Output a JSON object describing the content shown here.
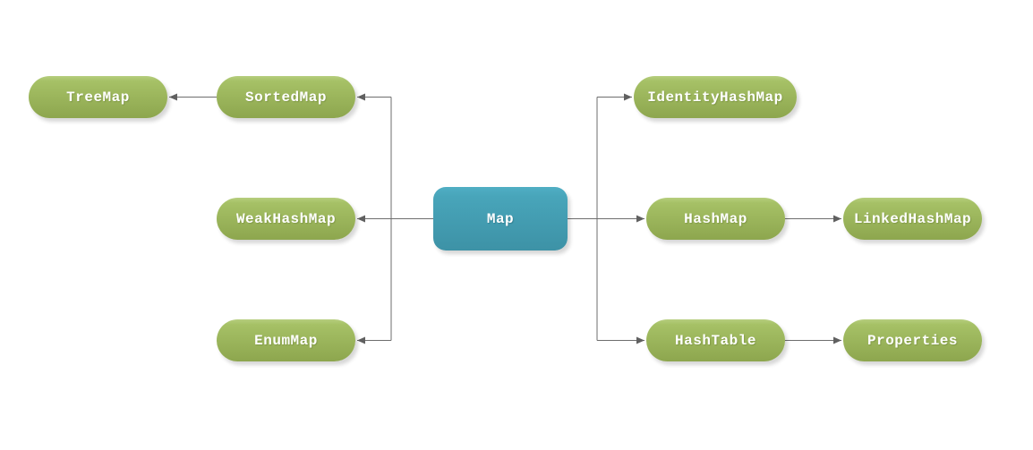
{
  "diagram": {
    "type": "class-hierarchy",
    "background": "#ffffff",
    "nodes": {
      "map": {
        "label": "Map",
        "shape": "rounded-rect",
        "fill": "blue"
      },
      "sortedmap": {
        "label": "SortedMap",
        "shape": "pill",
        "fill": "green"
      },
      "treemap": {
        "label": "TreeMap",
        "shape": "pill",
        "fill": "green"
      },
      "weakhashmap": {
        "label": "WeakHashMap",
        "shape": "pill",
        "fill": "green"
      },
      "enummap": {
        "label": "EnumMap",
        "shape": "pill",
        "fill": "green"
      },
      "identityhashmap": {
        "label": "IdentityHashMap",
        "shape": "pill",
        "fill": "green"
      },
      "hashmap": {
        "label": "HashMap",
        "shape": "pill",
        "fill": "green"
      },
      "linkedhashmap": {
        "label": "LinkedHashMap",
        "shape": "pill",
        "fill": "green"
      },
      "hashtable": {
        "label": "HashTable",
        "shape": "pill",
        "fill": "green"
      },
      "properties": {
        "label": "Properties",
        "shape": "pill",
        "fill": "green"
      }
    },
    "edges": [
      {
        "from": "Map",
        "to": "SortedMap",
        "style": "elbow-arrow"
      },
      {
        "from": "SortedMap",
        "to": "TreeMap",
        "style": "straight-arrow"
      },
      {
        "from": "Map",
        "to": "WeakHashMap",
        "style": "straight-arrow"
      },
      {
        "from": "Map",
        "to": "EnumMap",
        "style": "elbow-arrow"
      },
      {
        "from": "Map",
        "to": "IdentityHashMap",
        "style": "elbow-arrow"
      },
      {
        "from": "Map",
        "to": "HashMap",
        "style": "straight-arrow"
      },
      {
        "from": "HashMap",
        "to": "LinkedHashMap",
        "style": "straight-arrow"
      },
      {
        "from": "Map",
        "to": "HashTable",
        "style": "elbow-arrow"
      },
      {
        "from": "HashTable",
        "to": "Properties",
        "style": "straight-arrow"
      }
    ],
    "colors": {
      "green_top": "#b6ce7e",
      "green_mid": "#a6c166",
      "green_bottom": "#8da64e",
      "blue_top": "#50aec4",
      "blue_bottom": "#3d92a6",
      "connector_line": "#6e6e6e",
      "arrowhead": "#606060",
      "label_text": "#ffffff"
    }
  }
}
